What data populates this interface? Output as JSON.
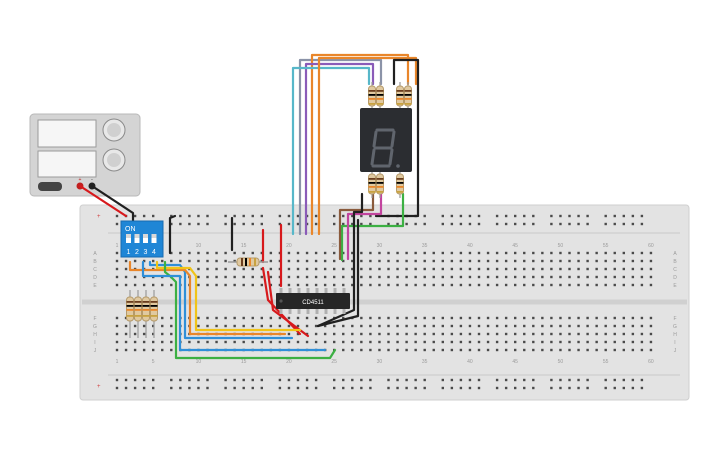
{
  "breadboard": {
    "top_column_numbers": [
      "1",
      "5",
      "10",
      "15",
      "20",
      "25",
      "30",
      "35",
      "40",
      "45",
      "50",
      "55",
      "60"
    ],
    "bottom_column_numbers": [
      "1",
      "5",
      "10",
      "15",
      "20",
      "25",
      "30",
      "35",
      "40",
      "45",
      "50",
      "55",
      "60"
    ],
    "left_row_letters": [
      "A",
      "B",
      "C",
      "D",
      "E",
      "F",
      "G",
      "H",
      "I",
      "J"
    ],
    "right_row_letters": [
      "A",
      "B",
      "C",
      "D",
      "E",
      "F",
      "G",
      "H",
      "I",
      "J"
    ],
    "rail_plus": "+",
    "rail_minus": "-"
  },
  "dip_switch": {
    "on_label": "ON",
    "switch_numbers": [
      "1",
      "2",
      "3",
      "4"
    ]
  },
  "ic": {
    "label": "CD4511"
  },
  "seven_segment": {
    "digit": "8."
  },
  "power_supply": {
    "plus_label": "+",
    "minus_label": "-"
  },
  "colors": {
    "board": "#e3e3e3",
    "hole": "#4a4a4a",
    "red_wire": "#d7191c",
    "black_wire": "#202020",
    "blue_wire": "#2f8fd8",
    "yellow_wire": "#f0c419",
    "green_wire": "#3cb043",
    "orange_wire": "#e9862a",
    "purple_wire": "#8a5bb8",
    "cyan_wire": "#57b7c9",
    "brown_wire": "#8a5a3c",
    "pink_wire": "#c2449e",
    "dip_blue": "#1f86d6",
    "display_body": "#2b2d31"
  }
}
